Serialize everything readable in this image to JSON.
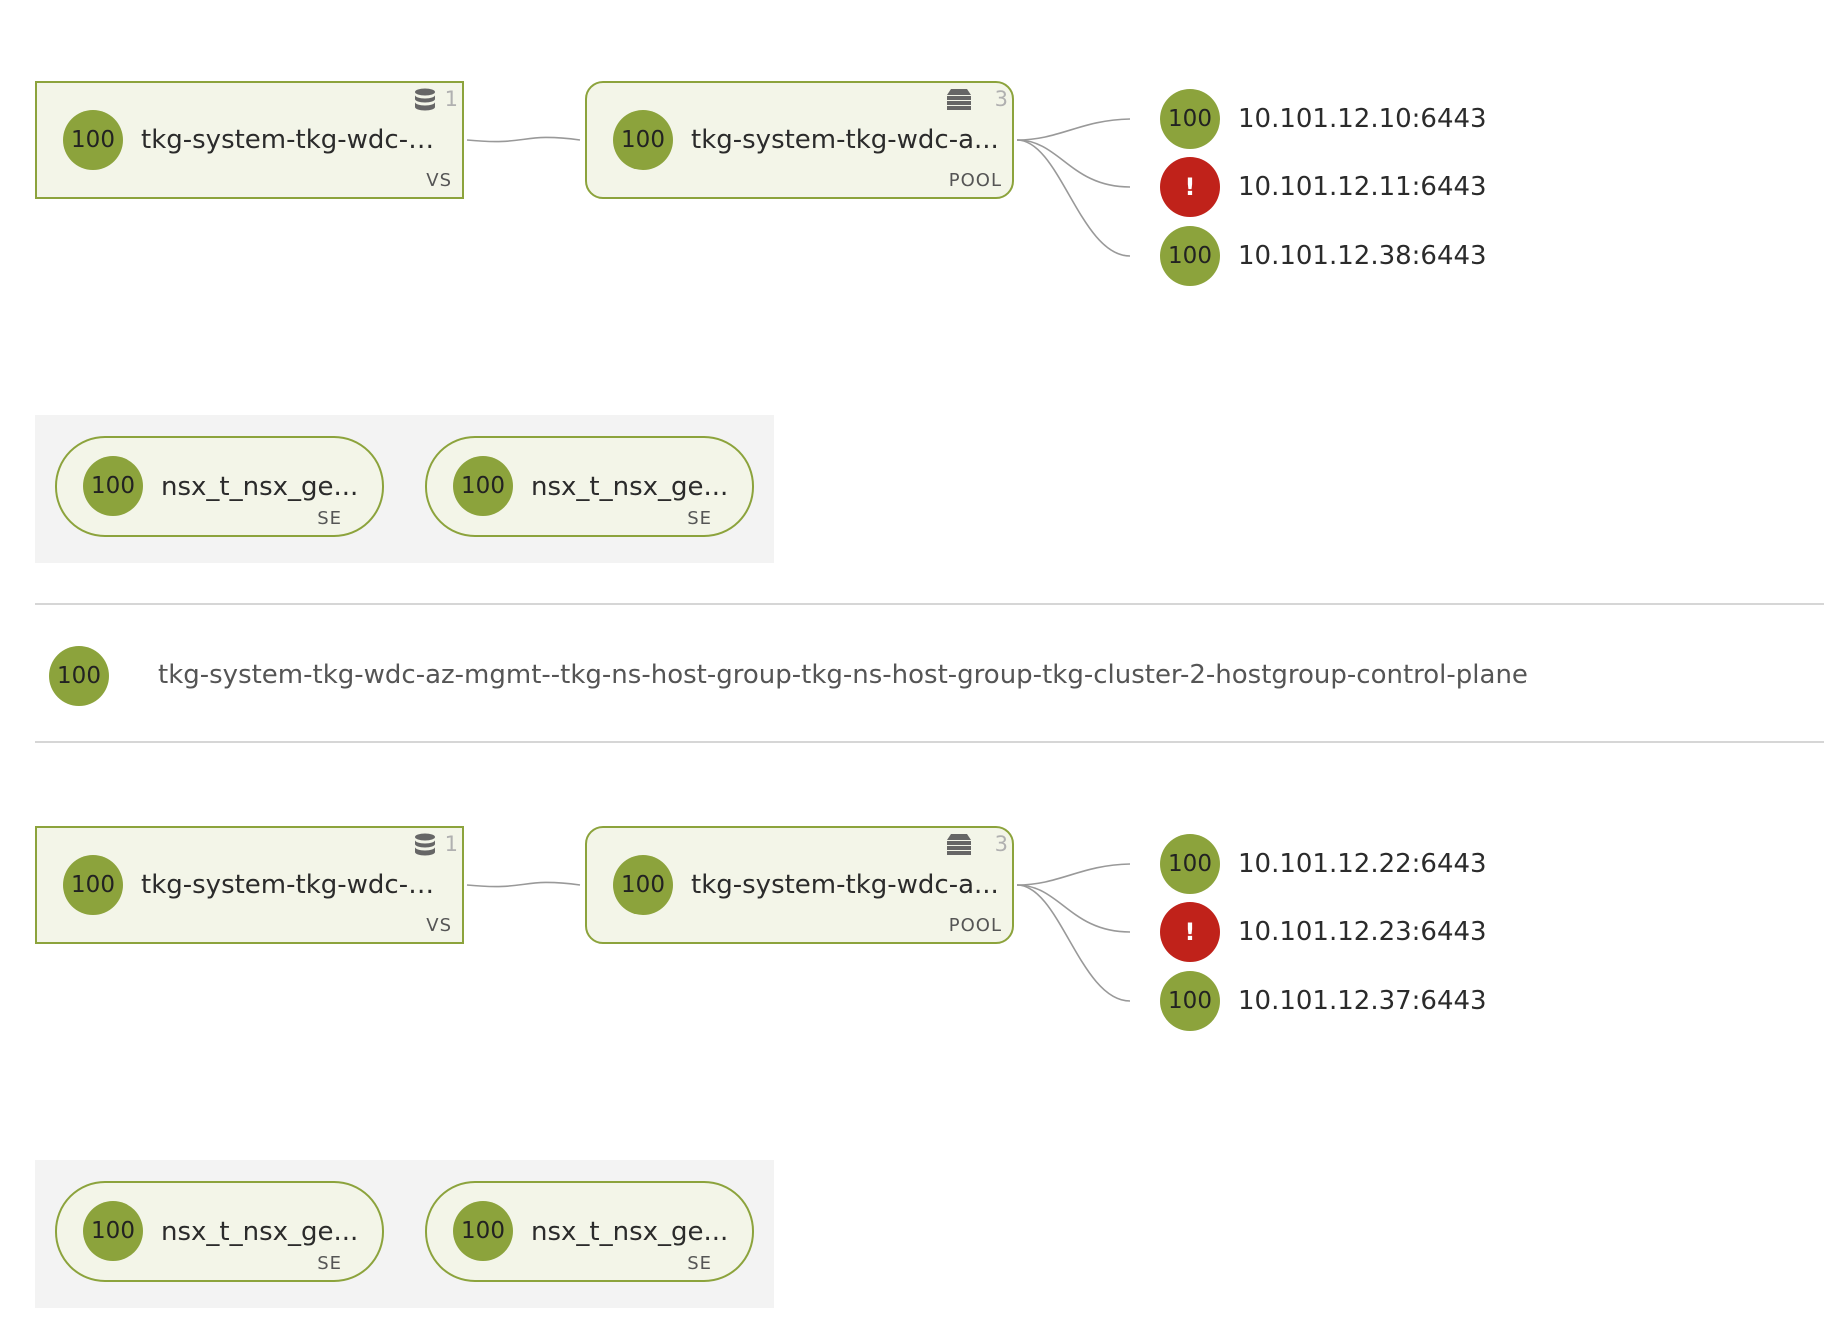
{
  "health_color": "#8ca33c",
  "error_color": "#c0221a",
  "groups": [
    {
      "vs": {
        "score": "100",
        "name": "tkg-system-tkg-wdc-a...",
        "type": "VS",
        "count": "1",
        "icon": "database-icon"
      },
      "pool": {
        "score": "100",
        "name": "tkg-system-tkg-wdc-a...",
        "type": "POOL",
        "count": "3",
        "icon": "server-stack-icon"
      },
      "members": [
        {
          "score": "100",
          "address": "10.101.12.10:6443",
          "status": "healthy"
        },
        {
          "score": "!",
          "address": "10.101.12.11:6443",
          "status": "error"
        },
        {
          "score": "100",
          "address": "10.101.12.38:6443",
          "status": "healthy"
        }
      ],
      "service_engines": [
        {
          "score": "100",
          "name": "nsx_t_nsx_ge...",
          "type": "SE"
        },
        {
          "score": "100",
          "name": "nsx_t_nsx_ge...",
          "type": "SE"
        }
      ]
    },
    {
      "vs": {
        "score": "100",
        "name": "tkg-system-tkg-wdc-a...",
        "type": "VS",
        "count": "1",
        "icon": "database-icon"
      },
      "pool": {
        "score": "100",
        "name": "tkg-system-tkg-wdc-a...",
        "type": "POOL",
        "count": "3",
        "icon": "server-stack-icon"
      },
      "members": [
        {
          "score": "100",
          "address": "10.101.12.22:6443",
          "status": "healthy"
        },
        {
          "score": "!",
          "address": "10.101.12.23:6443",
          "status": "error"
        },
        {
          "score": "100",
          "address": "10.101.12.37:6443",
          "status": "healthy"
        }
      ],
      "service_engines": [
        {
          "score": "100",
          "name": "nsx_t_nsx_ge...",
          "type": "SE"
        },
        {
          "score": "100",
          "name": "nsx_t_nsx_ge...",
          "type": "SE"
        }
      ]
    }
  ],
  "hostgroup": {
    "score": "100",
    "name": "tkg-system-tkg-wdc-az-mgmt--tkg-ns-host-group-tkg-ns-host-group-tkg-cluster-2-hostgroup-control-plane"
  }
}
